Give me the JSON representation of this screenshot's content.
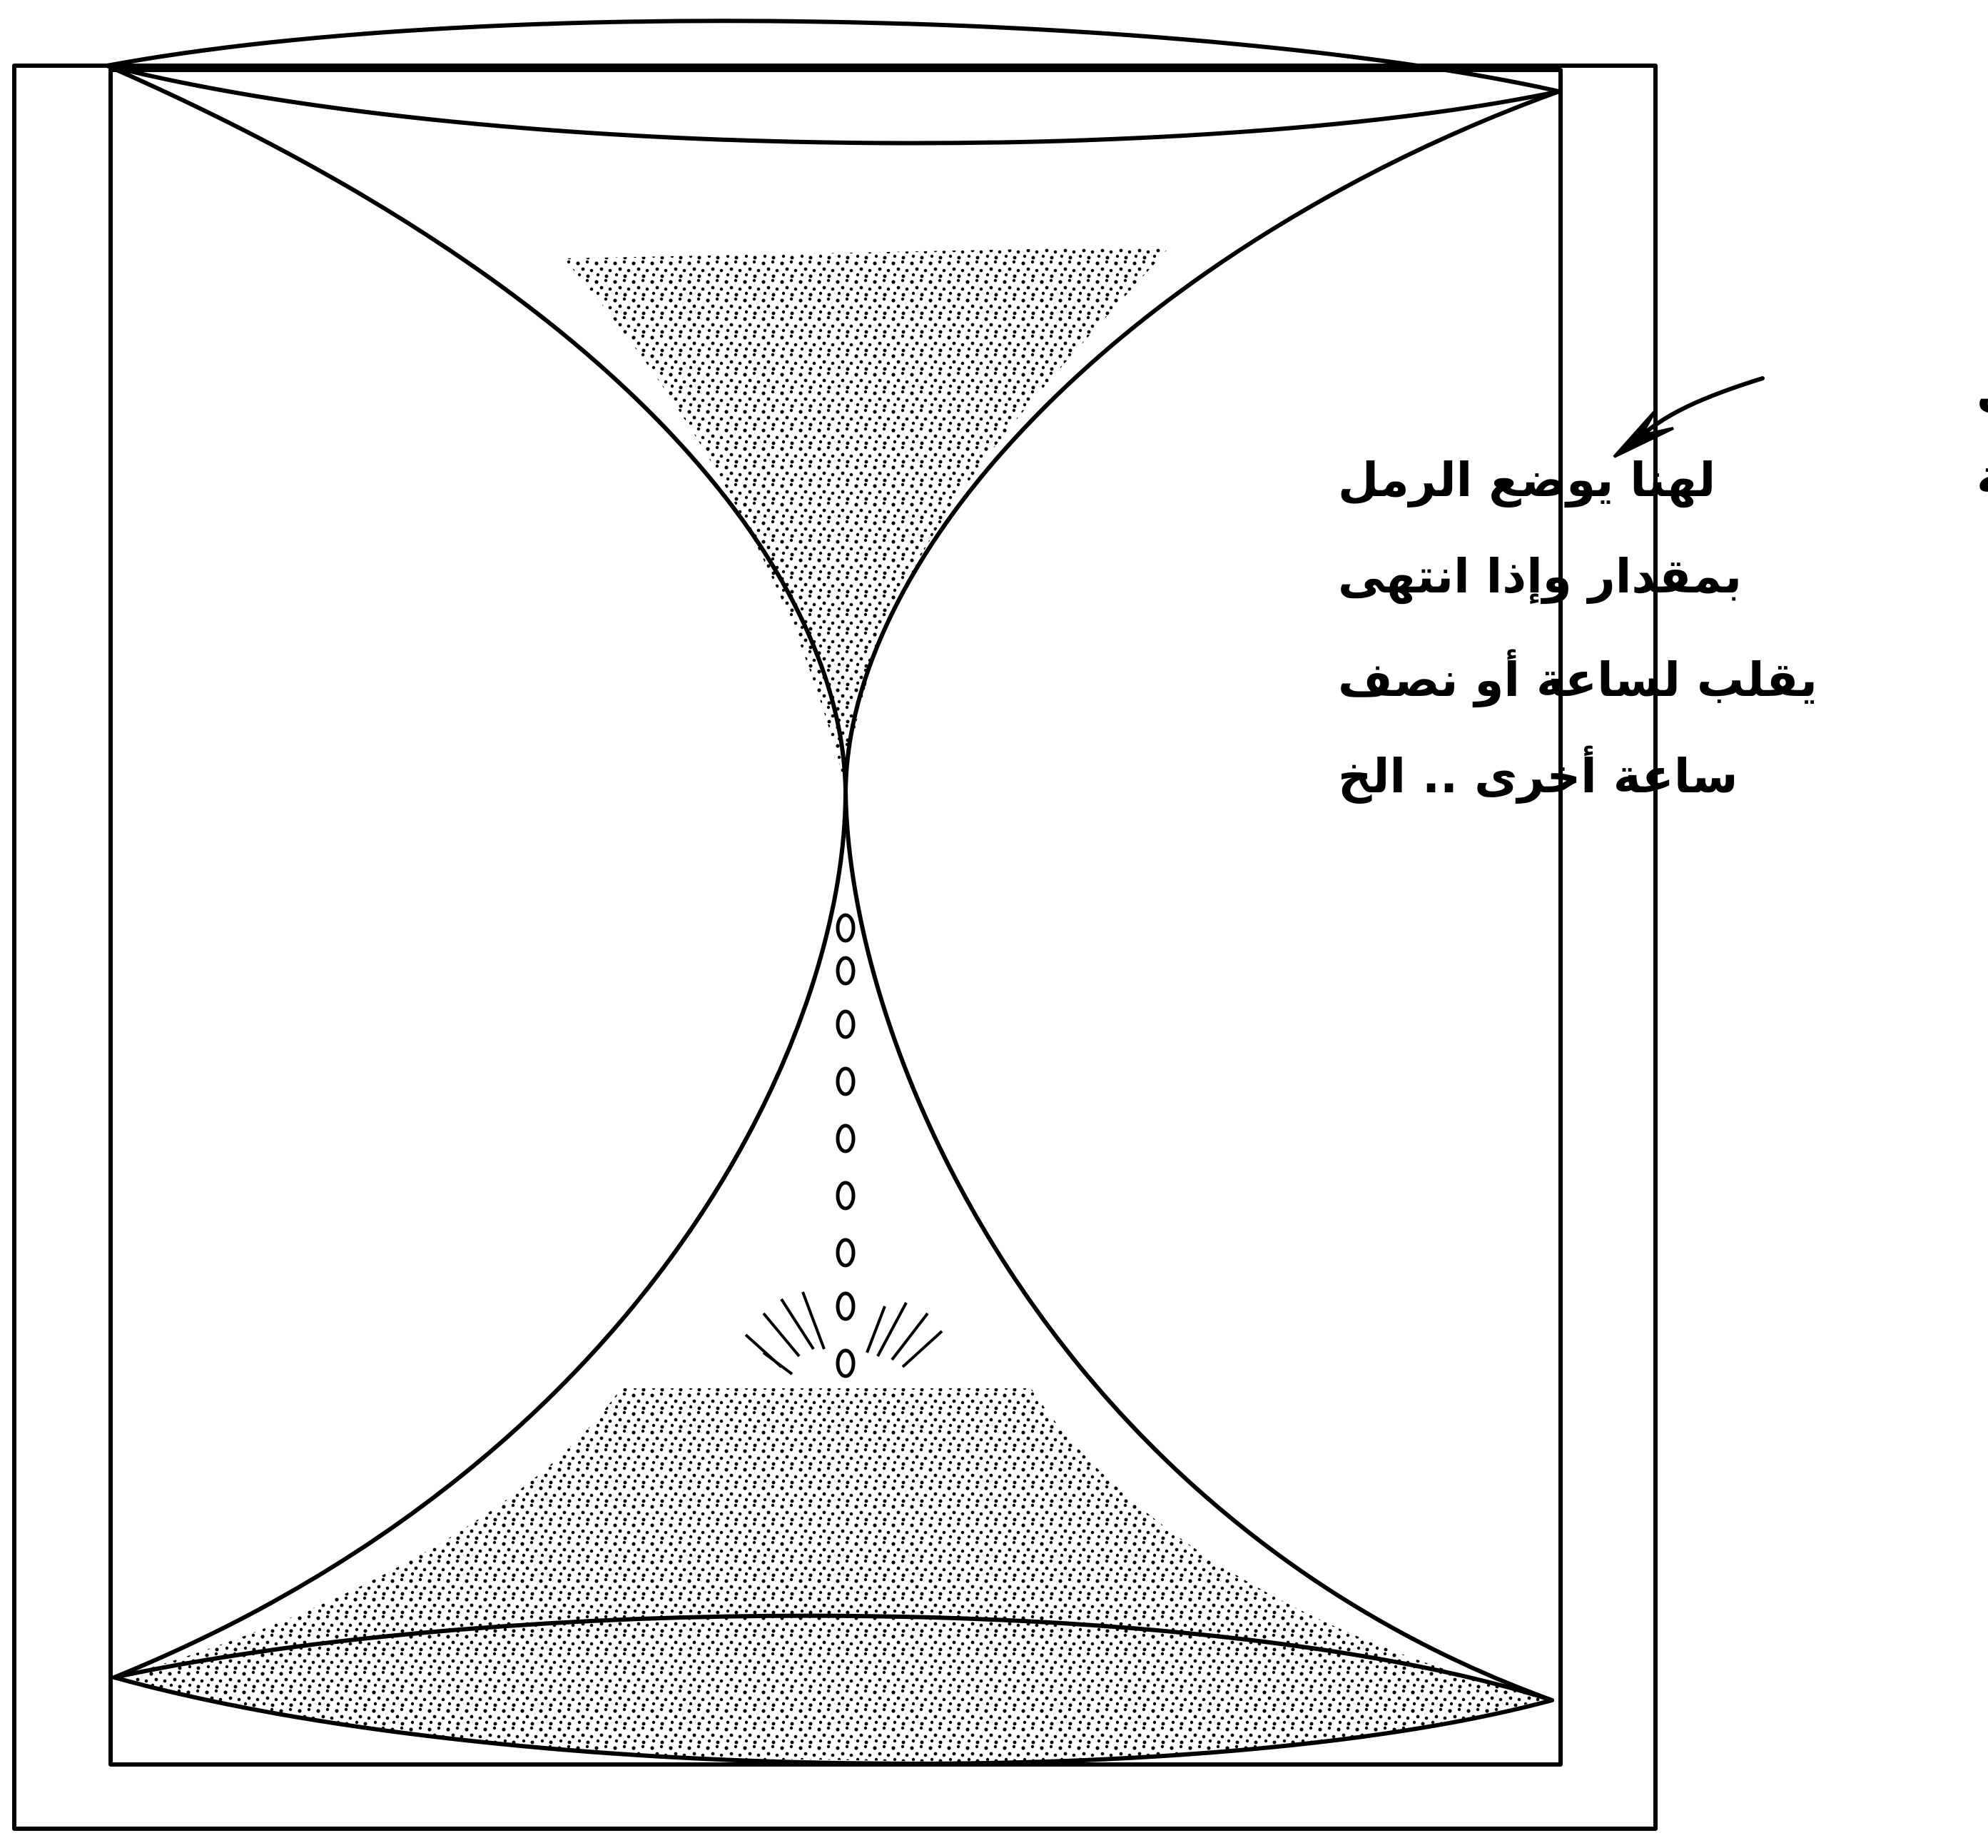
{
  "diagram": {
    "type": "hourglass-illustration",
    "colors": {
      "ink": "#000000",
      "paper": "#ffffff",
      "sand": "#000000"
    },
    "sand_note": {
      "lines": [
        "لهنا يوضع الرمل",
        "بمقدار وإذا انتهى",
        "يقلب لساعة أو نصف",
        "ساعة أخرى .. الخ"
      ]
    },
    "frame_label": {
      "lines": [
        "جهاز خشبي",
        "يمسك الساعة"
      ]
    },
    "falling_grain_count": 9
  }
}
